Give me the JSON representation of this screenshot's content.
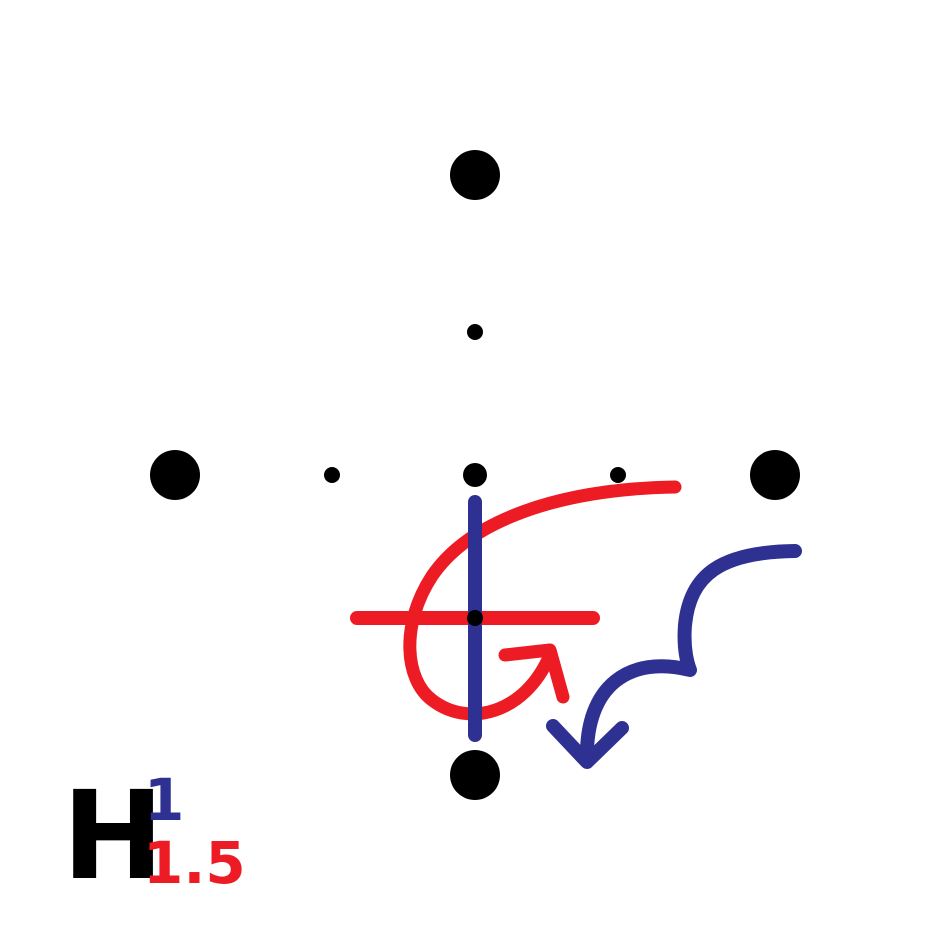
{
  "colors": {
    "background": "#ffffff",
    "dots": "#000000",
    "axis_1": "#2e3192",
    "axis_1_5": "#ed1c24"
  },
  "symbol": {
    "letter": "H",
    "value_1": "1",
    "value_1_5": "1.5"
  },
  "icons": {
    "rotation_1": "curved-arrow-icon",
    "rotation_1_5": "curved-arrow-icon"
  }
}
